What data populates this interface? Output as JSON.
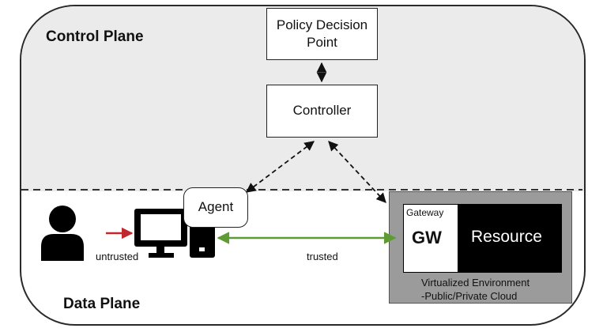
{
  "control_plane": {
    "label": "Control Plane"
  },
  "data_plane": {
    "label": "Data Plane"
  },
  "pdp": {
    "label": "Policy Decision Point"
  },
  "controller": {
    "label": "Controller"
  },
  "agent": {
    "label": "Agent"
  },
  "gateway": {
    "caption": "Gateway",
    "abbrev": "GW"
  },
  "resource": {
    "label": "Resource"
  },
  "environment": {
    "line1": "Virtualized Environment",
    "line2": "-Public/Private Cloud"
  },
  "links": {
    "untrusted": "untrusted",
    "trusted": "trusted"
  },
  "colors": {
    "untrusted_arrow": "#c0282d",
    "trusted_arrow": "#5e9b32",
    "control_plane_fill": "#ebebeb",
    "environment_fill": "#9b9b9b"
  }
}
